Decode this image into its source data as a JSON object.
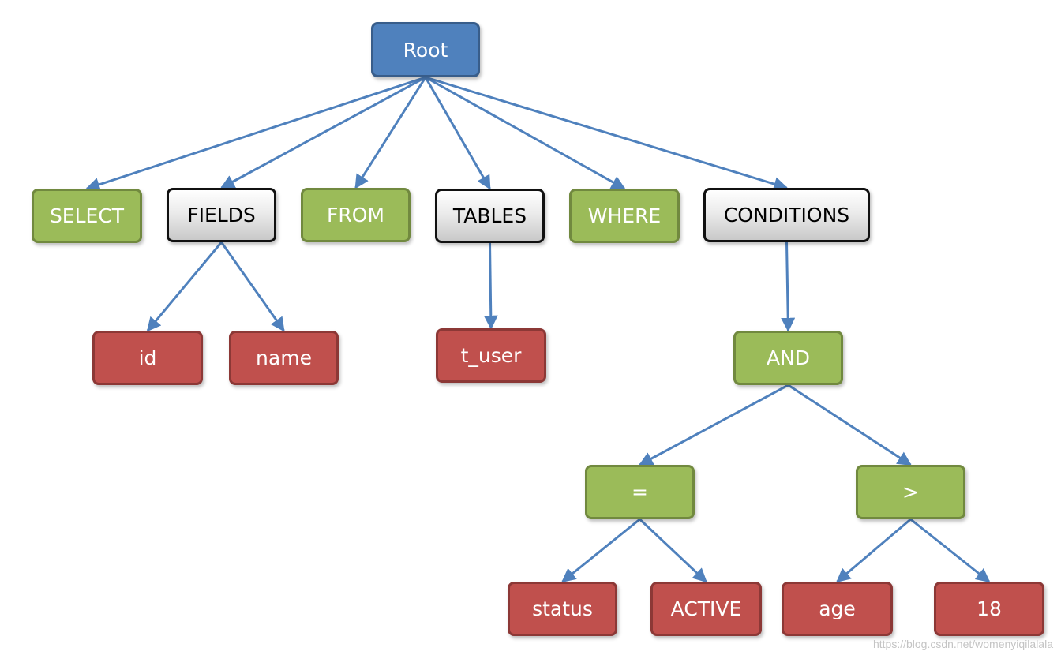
{
  "nodes": {
    "root": "Root",
    "select": "SELECT",
    "fields": "FIELDS",
    "from": "FROM",
    "tables": "TABLES",
    "where": "WHERE",
    "conditions": "CONDITIONS",
    "id": "id",
    "name": "name",
    "t_user": "t_user",
    "and": "AND",
    "eq": "=",
    "gt": ">",
    "status": "status",
    "active": "ACTIVE",
    "age": "age",
    "n18": "18"
  },
  "edges": [
    [
      "root",
      "select"
    ],
    [
      "root",
      "fields"
    ],
    [
      "root",
      "from"
    ],
    [
      "root",
      "tables"
    ],
    [
      "root",
      "where"
    ],
    [
      "root",
      "conditions"
    ],
    [
      "fields",
      "id"
    ],
    [
      "fields",
      "name"
    ],
    [
      "tables",
      "t_user"
    ],
    [
      "conditions",
      "and"
    ],
    [
      "and",
      "eq"
    ],
    [
      "and",
      "gt"
    ],
    [
      "eq",
      "status"
    ],
    [
      "eq",
      "active"
    ],
    [
      "gt",
      "age"
    ],
    [
      "gt",
      "n18"
    ]
  ],
  "colors": {
    "root": "#4f81bd",
    "keyword": "#9bbb59",
    "container": "#d9d9d9",
    "leaf": "#c0504d",
    "edge": "#4f81bd"
  },
  "watermark": "https://blog.csdn.net/womenyiqilalala"
}
